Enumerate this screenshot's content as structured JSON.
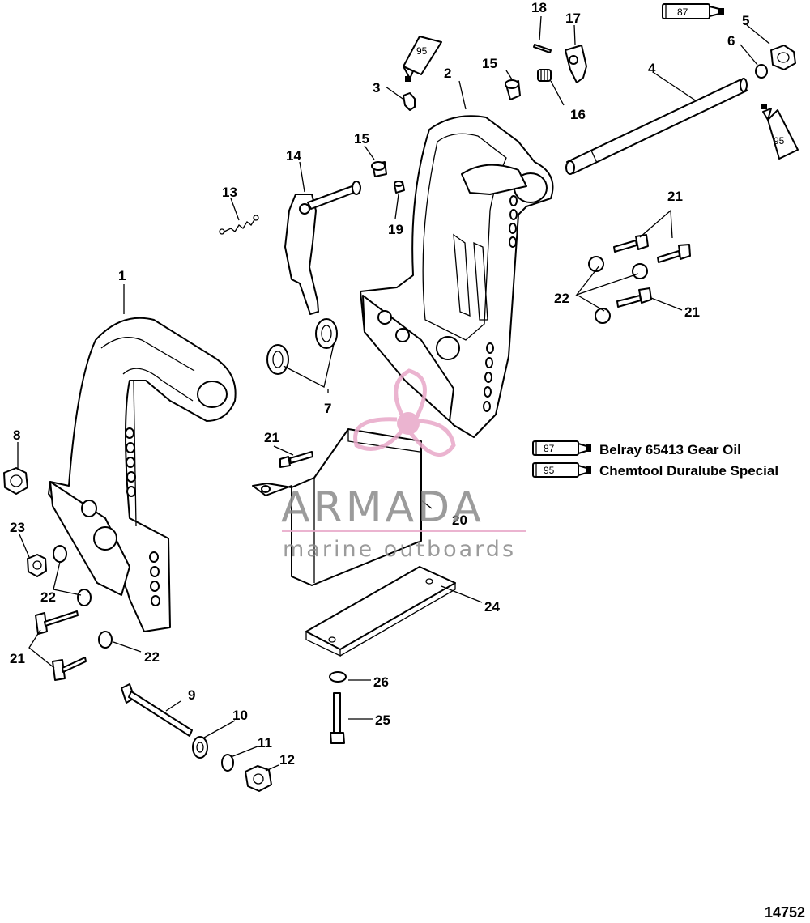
{
  "diagram": {
    "part_numbers": {
      "p1": "1",
      "p2": "2",
      "p3": "3",
      "p4": "4",
      "p5": "5",
      "p6": "6",
      "p7": "7",
      "p8": "8",
      "p9": "9",
      "p10": "10",
      "p11": "11",
      "p12": "12",
      "p13": "13",
      "p14": "14",
      "p15a": "15",
      "p15b": "15",
      "p16": "16",
      "p17": "17",
      "p18": "18",
      "p19": "19",
      "p20": "20",
      "p21a": "21",
      "p21b": "21",
      "p21c": "21",
      "p21d": "21",
      "p22a": "22",
      "p22b": "22",
      "p22c": "22",
      "p23": "23",
      "p24": "24",
      "p25": "25",
      "p26": "26"
    },
    "tube_labels": {
      "t87": "87",
      "t95a": "95",
      "t95b": "95"
    },
    "legend": [
      {
        "code": "87",
        "text": "Belray 65413 Gear Oil"
      },
      {
        "code": "95",
        "text": "Chemtool Duralube Special"
      }
    ],
    "figure_id": "14752"
  },
  "watermark": {
    "brand": "ARMADA",
    "tagline": "marine outboards",
    "colors": {
      "logo": "#e8a8c8",
      "text": "#8a8a8a"
    }
  }
}
